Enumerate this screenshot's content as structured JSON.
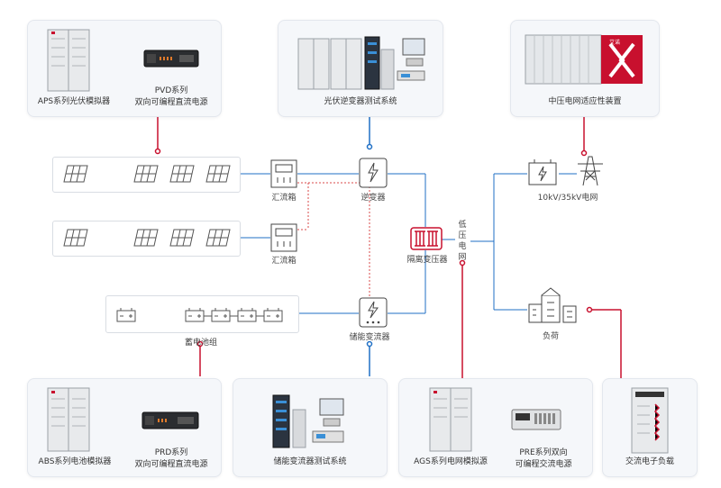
{
  "colors": {
    "blue": "#1f6fc5",
    "red": "#c8102e",
    "line": "#1f6fc5",
    "dashed": "#d94a4a"
  },
  "cards": {
    "aps": {
      "label": "APS系列光伏模拟器"
    },
    "pvd": {
      "line1": "PVD系列",
      "line2": "双向可编程直流电源"
    },
    "inverter_test": {
      "label": "光伏逆变器测试系统"
    },
    "mv_grid": {
      "label": "中压电网适应性装置",
      "brand": "艾诺"
    },
    "abs": {
      "label": "ABS系列电池模拟器"
    },
    "prd": {
      "line1": "PRD系列",
      "line2": "双向可编程直流电源"
    },
    "pcs_test": {
      "label": "储能变流器测试系统"
    },
    "ags": {
      "label": "AGS系列电网模拟源"
    },
    "pre": {
      "line1": "PRE系列双向",
      "line2": "可编程交流电源"
    },
    "ac_load": {
      "label": "交流电子负载"
    }
  },
  "diagram": {
    "combiner1": "汇流箱",
    "combiner2": "汇流箱",
    "inverter": "逆变器",
    "isolation_tx": "隔离变压器",
    "lv_grid": [
      "低",
      "压",
      "电",
      "网"
    ],
    "grid": "10kV/35kV电网",
    "battery": "蓄电池组",
    "pcs": "储能变流器",
    "load": "负荷"
  }
}
